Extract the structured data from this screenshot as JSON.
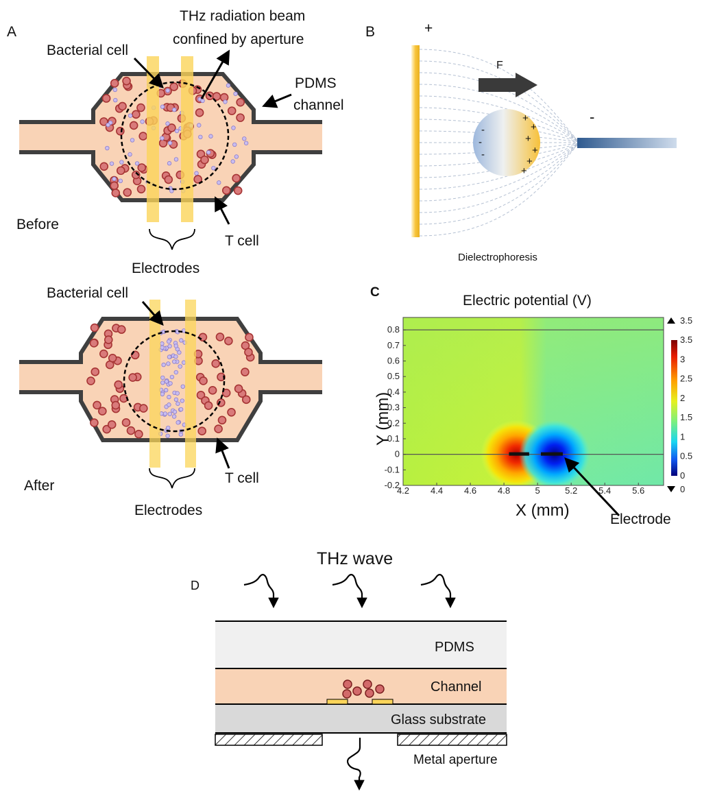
{
  "colors": {
    "channel_fill": "#f9d3b6",
    "channel_border": "#3f3f3f",
    "electrode": "#fbd55a",
    "t_cell": "#c24a4a",
    "bacteria": "#b7a8e4",
    "pdms_layer": "#f0f0f0",
    "glass_layer": "#d9d9d9"
  },
  "panel_a": {
    "letter": "A",
    "before": {
      "label_state": "Before",
      "label_bacterial": "Bacterial cell",
      "label_thz_line1": "THz radiation beam",
      "label_thz_line2": "confined by aperture",
      "label_pdms_line1": "PDMS",
      "label_pdms_line2": "channel",
      "label_tcell": "T cell",
      "label_electrodes": "Electrodes"
    },
    "after": {
      "label_state": "After",
      "label_bacterial": "Bacterial cell",
      "label_tcell": "T cell",
      "label_electrodes": "Electrodes"
    }
  },
  "panel_b": {
    "letter": "B",
    "plus": "+",
    "minus": "-",
    "force": "F",
    "caption": "Dielectrophoresis",
    "icons": [
      "positive-electrode",
      "negative-electrode",
      "polarized-particle",
      "force-arrow",
      "field-lines"
    ]
  },
  "panel_c": {
    "letter": "C",
    "chart_data": {
      "type": "heatmap",
      "title": "Electric potential (V)",
      "xlabel": "X (mm)",
      "ylabel": "Y (mm)",
      "xlim": [
        4.2,
        5.75
      ],
      "ylim": [
        -0.2,
        0.88
      ],
      "x_ticks": [
        "4.2",
        "4.4",
        "4.6",
        "4.8",
        "5",
        "5.2",
        "5.4",
        "5.6"
      ],
      "y_ticks": [
        "-0.2",
        "-0.1",
        "0",
        "0.1",
        "0.2",
        "0.3",
        "0.4",
        "0.5",
        "0.6",
        "0.7",
        "0.8"
      ],
      "colorbar_ticks": [
        "3.5",
        "3",
        "2.5",
        "2",
        "1.5",
        "1",
        "0.5",
        "0"
      ],
      "colorbar_max_label": "3.5",
      "colorbar_min_label": "0",
      "colorbar_range": [
        0,
        3.5
      ],
      "background_potential": 2.0,
      "high_potential_electrode_x": [
        4.83,
        4.95
      ],
      "low_potential_electrode_x": [
        5.02,
        5.15
      ],
      "electrode_annotation": "Electrode"
    }
  },
  "panel_d": {
    "letter": "D",
    "title": "THz wave",
    "layer_pdms": "PDMS",
    "layer_channel": "Channel",
    "layer_glass": "Glass substrate",
    "label_aperture": "Metal aperture"
  }
}
